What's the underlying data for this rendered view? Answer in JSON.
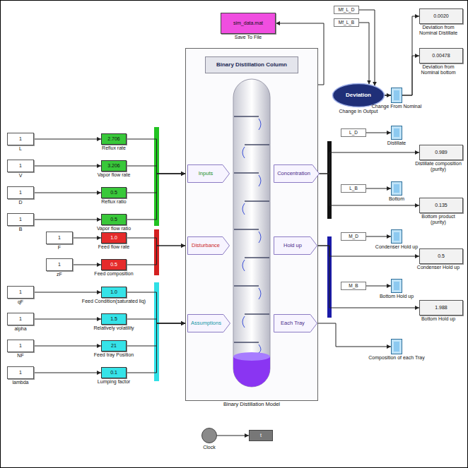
{
  "diagram": {
    "nodes": [
      {
        "text": [
          "1",
          "L"
        ]
      },
      {
        "text": [
          "2.706",
          "Reflux rate"
        ]
      },
      {
        "text": [
          "1",
          "V"
        ]
      },
      {
        "text": [
          "3.206",
          "Vapor flow rate"
        ]
      },
      {
        "text": [
          "1",
          "D"
        ]
      },
      {
        "text": [
          "0.5",
          "Reflux ratio"
        ]
      },
      {
        "text": [
          "1",
          "B"
        ]
      },
      {
        "text": [
          "0.5",
          "Vapor flow ratio"
        ]
      },
      {
        "text": [
          "1",
          "F"
        ]
      },
      {
        "text": [
          "1.0",
          "Feed flow rate"
        ]
      },
      {
        "text": [
          "1",
          "zF"
        ]
      },
      {
        "text": [
          "0.5",
          "Feed composition"
        ]
      },
      {
        "text": [
          "1",
          "qF"
        ]
      },
      {
        "text": [
          "1.0",
          "Feed Condition(saturated liq)"
        ]
      },
      {
        "text": [
          "1",
          "alpha"
        ]
      },
      {
        "text": [
          "1.5",
          "Relatively volatility"
        ]
      },
      {
        "text": [
          "1",
          "NF"
        ]
      },
      {
        "text": [
          "21",
          "Feed tray Position"
        ]
      },
      {
        "text": [
          "1",
          "lambda"
        ]
      },
      {
        "text": [
          "0.1",
          "Lumping factor"
        ]
      },
      {
        "text": [
          "sim_data.mat",
          "Save To File"
        ]
      },
      {
        "text": [
          "Binary Distillation Model"
        ]
      },
      {
        "text": [
          "Binary Distillation Column"
        ],
        "in": 21
      },
      {
        "text": [
          "Inputs"
        ],
        "in": 21
      },
      {
        "text": [
          "Disturbance"
        ],
        "in": 21
      },
      {
        "text": [
          "Assumptions"
        ],
        "in": 21
      },
      {
        "text": [
          "Concentration"
        ],
        "in": 21
      },
      {
        "text": [
          "Hold up"
        ],
        "in": 21
      },
      {
        "text": [
          "Each Tray"
        ],
        "in": 21
      },
      {
        "text": [
          "Mf_L_D"
        ]
      },
      {
        "text": [
          "Mf_L_B"
        ]
      },
      {
        "text": [
          "Deviation",
          "Change in Output"
        ]
      },
      {
        "text": [
          "0.0020",
          "Deviation from Nominal Distillate"
        ]
      },
      {
        "text": [
          "0.00478",
          "Deviation from Nominal bottom"
        ]
      },
      {
        "text": [
          "Change From Nominal"
        ]
      },
      {
        "text": [
          "L_D"
        ]
      },
      {
        "text": [
          "Distillate"
        ]
      },
      {
        "text": [
          "0.989",
          "Distillate composition (purity)"
        ]
      },
      {
        "text": [
          "L_B"
        ]
      },
      {
        "text": [
          "Bottom"
        ]
      },
      {
        "text": [
          "0.135",
          "Bottom product (purity)"
        ]
      },
      {
        "text": [
          "M_D"
        ]
      },
      {
        "text": [
          "Condenser Hold up"
        ]
      },
      {
        "text": [
          "0.5",
          "Condenser Hold up"
        ]
      },
      {
        "text": [
          "M_B"
        ]
      },
      {
        "text": [
          "Bottom Hold up"
        ]
      },
      {
        "text": [
          "1.988",
          "Bottom Hold up"
        ]
      },
      {
        "text": [
          "Composition of each Tray"
        ]
      },
      {
        "text": [
          "Clock"
        ]
      },
      {
        "text": [
          "t"
        ]
      }
    ],
    "edges": [
      {
        "from": 0,
        "to": 1,
        "arrow": "to"
      },
      {
        "from": 2,
        "to": 3,
        "arrow": "to"
      },
      {
        "from": 4,
        "to": 5,
        "arrow": "to"
      },
      {
        "from": 6,
        "to": 7,
        "arrow": "to"
      },
      {
        "from": 8,
        "to": 9,
        "arrow": "to"
      },
      {
        "from": 10,
        "to": 11,
        "arrow": "to"
      },
      {
        "from": 12,
        "to": 13,
        "arrow": "to"
      },
      {
        "from": 14,
        "to": 15,
        "arrow": "to"
      },
      {
        "from": 16,
        "to": 17,
        "arrow": "to"
      },
      {
        "from": 18,
        "to": 19,
        "arrow": "to"
      },
      {
        "from": 1,
        "to": 21,
        "arrow": "to"
      },
      {
        "from": 3,
        "to": 21,
        "arrow": "to"
      },
      {
        "from": 5,
        "to": 21,
        "arrow": "to"
      },
      {
        "from": 7,
        "to": 21,
        "arrow": "to"
      },
      {
        "from": 9,
        "to": 21,
        "arrow": "to"
      },
      {
        "from": 11,
        "to": 21,
        "arrow": "to"
      },
      {
        "from": 13,
        "to": 21,
        "arrow": "to"
      },
      {
        "from": 15,
        "to": 21,
        "arrow": "to"
      },
      {
        "from": 17,
        "to": 21,
        "arrow": "to"
      },
      {
        "from": 19,
        "to": 21,
        "arrow": "to"
      },
      {
        "from": 21,
        "to": 20,
        "arrow": "to"
      },
      {
        "from": 29,
        "to": 31,
        "arrow": "to"
      },
      {
        "from": 30,
        "to": 31,
        "arrow": "to"
      },
      {
        "from": 31,
        "to": 32,
        "arrow": "to"
      },
      {
        "from": 31,
        "to": 33,
        "arrow": "to"
      },
      {
        "from": 31,
        "to": 34,
        "arrow": "to"
      },
      {
        "from": 21,
        "to": 37,
        "arrow": "to"
      },
      {
        "from": 21,
        "to": 40,
        "arrow": "to"
      },
      {
        "from": 21,
        "to": 43,
        "arrow": "to"
      },
      {
        "from": 21,
        "to": 46,
        "arrow": "to"
      },
      {
        "from": 21,
        "to": 47,
        "arrow": "to"
      },
      {
        "from": 35,
        "to": 36,
        "arrow": "to"
      },
      {
        "from": 38,
        "to": 39,
        "arrow": "to"
      },
      {
        "from": 41,
        "to": 42,
        "arrow": "to"
      },
      {
        "from": 44,
        "to": 45,
        "arrow": "to"
      },
      {
        "from": 48,
        "to": 49,
        "arrow": "to"
      }
    ]
  }
}
